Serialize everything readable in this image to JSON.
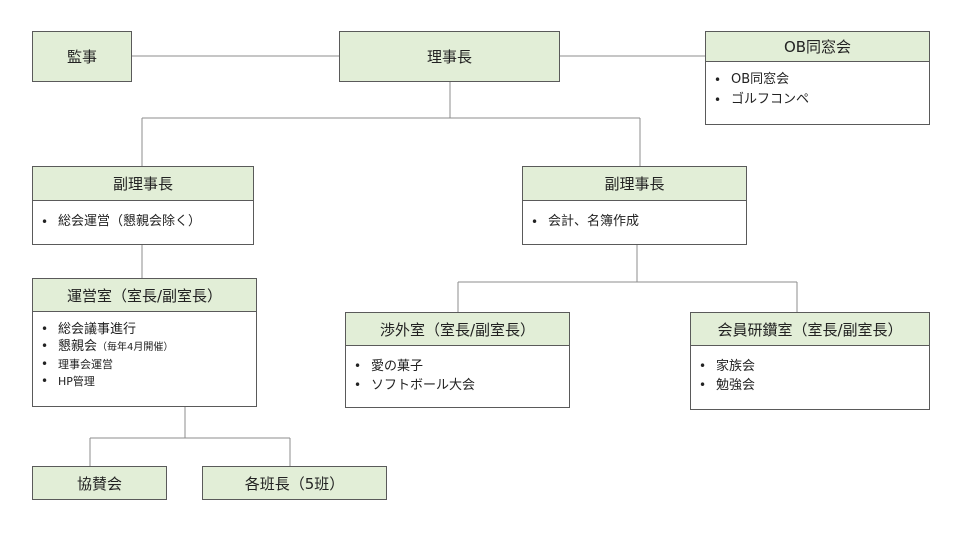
{
  "nodes": {
    "kanji": {
      "title": "監事"
    },
    "rijicho": {
      "title": "理事長"
    },
    "ob": {
      "title": "OB同窓会",
      "items": [
        "OB同窓会",
        "ゴルフコンペ"
      ]
    },
    "fuku_left": {
      "title": "副理事長",
      "items": [
        "総会運営（懇親会除く）"
      ]
    },
    "fuku_right": {
      "title": "副理事長",
      "items": [
        "会計、名簿作成"
      ]
    },
    "uneishitsu": {
      "title": "運営室（室長/副室長）",
      "items": [
        "総会議事進行",
        "懇親会",
        "理事会運営",
        "HP管理"
      ],
      "konshinkai_note": "（毎年4月開催）"
    },
    "shogaishitsu": {
      "title": "渉外室（室長/副室長）",
      "items": [
        "愛の菓子",
        "ソフトボール大会"
      ]
    },
    "kenshushitsu": {
      "title": "会員研鑽室（室長/副室長）",
      "items": [
        "家族会",
        "勉強会"
      ]
    },
    "kyosankai": {
      "title": "協賛会"
    },
    "hanchou": {
      "title": "各班長（5班）"
    }
  },
  "colors": {
    "header_fill": "#e2eed7",
    "border": "#5a5a5a",
    "connector": "#8c8c8c"
  }
}
